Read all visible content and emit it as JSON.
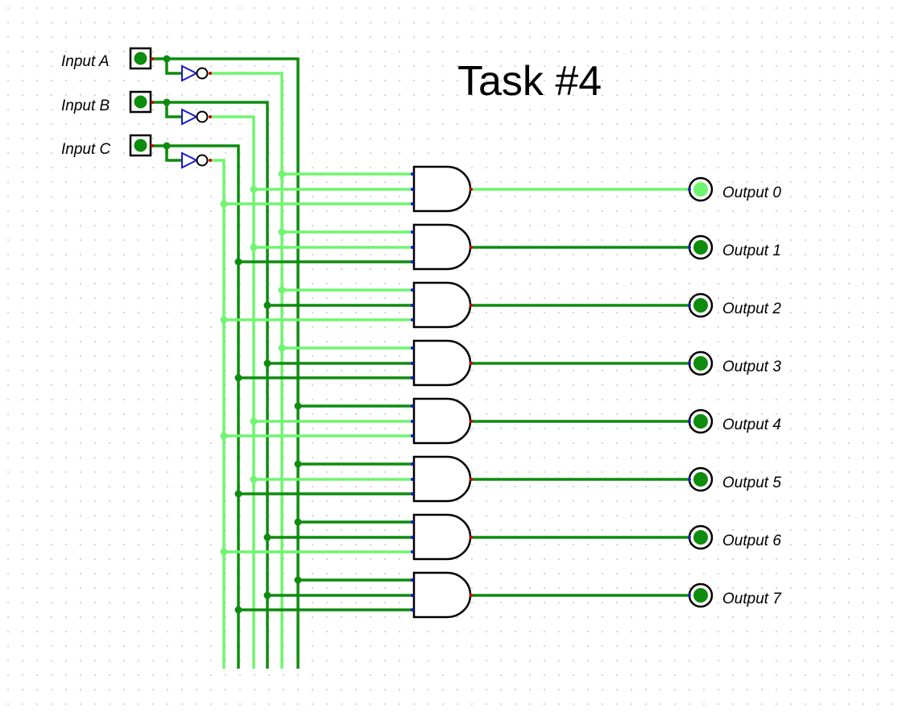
{
  "title": "Task  #4",
  "inputs": [
    {
      "label": "Input  A"
    },
    {
      "label": "Input  B"
    },
    {
      "label": "Input  C"
    }
  ],
  "outputs": [
    {
      "label": "Output  0",
      "active": true
    },
    {
      "label": "Output  1",
      "active": false
    },
    {
      "label": "Output  2",
      "active": false
    },
    {
      "label": "Output  3",
      "active": false
    },
    {
      "label": "Output  4",
      "active": false
    },
    {
      "label": "Output  5",
      "active": false
    },
    {
      "label": "Output  6",
      "active": false
    },
    {
      "label": "Output  7",
      "active": false
    }
  ],
  "colors": {
    "wire_on": "#6ff56f",
    "wire_off": "#0d8c0d",
    "pin_dot": "#0d8c0d",
    "gate_stroke": "#000000",
    "not_triangle": "#1a1acc",
    "pin_red": "#cc0000",
    "grid_dot": "#c8c8c8"
  }
}
